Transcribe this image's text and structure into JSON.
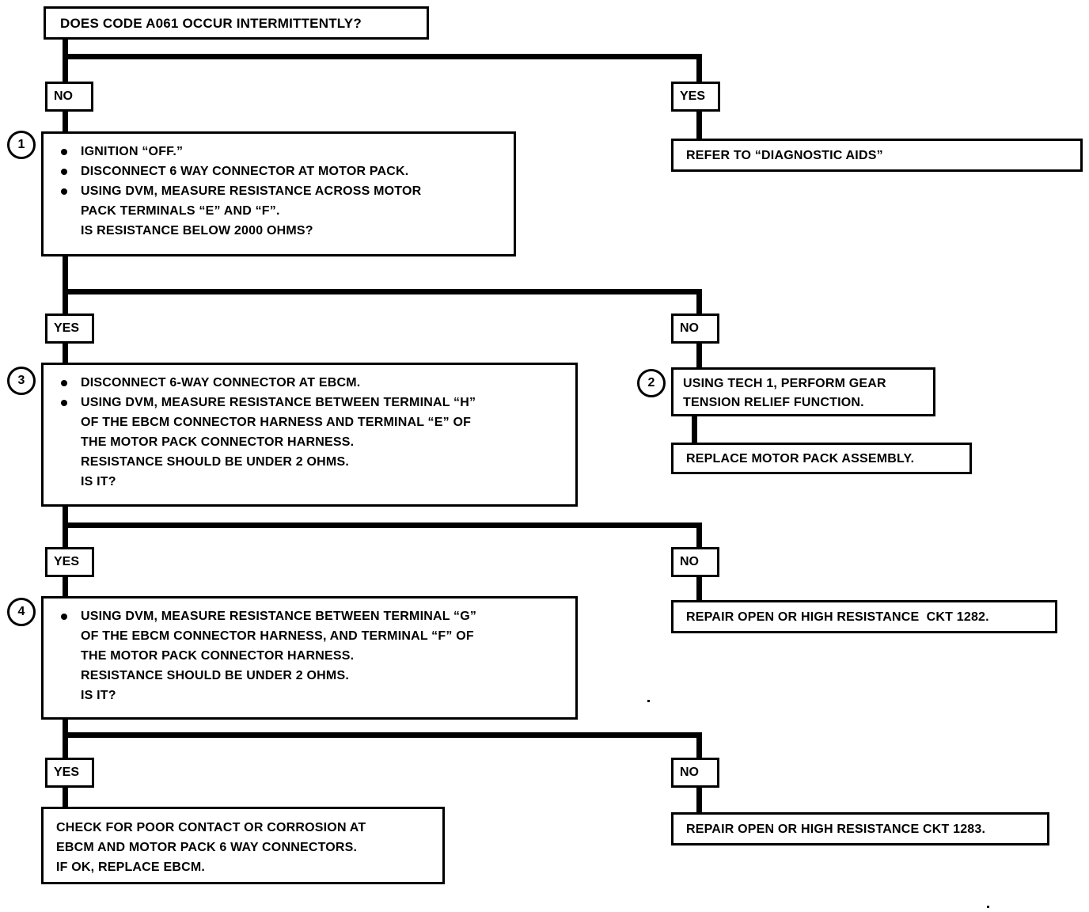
{
  "diagram": {
    "title_box": {
      "text": "DOES CODE A061 OCCUR INTERMITTENTLY?"
    },
    "labels": {
      "no": "NO",
      "yes": "YES"
    },
    "step_numbers": {
      "one": "1",
      "two": "2",
      "three": "3",
      "four": "4"
    },
    "step1": {
      "line1": "IGNITION “OFF.”",
      "line2": "DISCONNECT 6 WAY CONNECTOR AT MOTOR PACK.",
      "line3": "USING DVM, MEASURE RESISTANCE ACROSS MOTOR",
      "line4": "PACK TERMINALS “E” AND “F”.",
      "line5": "IS RESISTANCE BELOW 2000 OHMS?"
    },
    "diagnostic_aids": {
      "text": "REFER TO “DIAGNOSTIC AIDS”"
    },
    "step2": {
      "line1": "USING TECH 1, PERFORM GEAR",
      "line2": "TENSION RELIEF FUNCTION."
    },
    "replace_motor_pack": {
      "text": "REPLACE MOTOR PACK ASSEMBLY."
    },
    "step3": {
      "line1": "DISCONNECT 6-WAY CONNECTOR AT EBCM.",
      "line2": "USING DVM, MEASURE RESISTANCE BETWEEN TERMINAL “H”",
      "line3": "OF THE EBCM CONNECTOR HARNESS AND TERMINAL “E” OF",
      "line4": "THE MOTOR PACK CONNECTOR HARNESS.",
      "line5": "RESISTANCE SHOULD BE UNDER 2 OHMS.",
      "line6": "IS IT?"
    },
    "repair_1282": {
      "text": "REPAIR OPEN OR HIGH RESISTANCE  CKT 1282."
    },
    "step4": {
      "line1": "USING DVM, MEASURE RESISTANCE BETWEEN TERMINAL “G”",
      "line2": "OF THE EBCM CONNECTOR HARNESS, AND TERMINAL “F” OF",
      "line3": "THE MOTOR PACK CONNECTOR HARNESS.",
      "line4": "RESISTANCE SHOULD BE UNDER 2 OHMS.",
      "line5": "IS IT?"
    },
    "repair_1283": {
      "text": "REPAIR OPEN OR HIGH RESISTANCE CKT 1283."
    },
    "final_check": {
      "line1": "CHECK FOR  POOR CONTACT OR CORROSION AT",
      "line2": "EBCM AND MOTOR PACK 6 WAY CONNECTORS.",
      "line3": "IF OK, REPLACE EBCM."
    },
    "colors": {
      "ink": "#000000",
      "paper": "#ffffff"
    }
  }
}
